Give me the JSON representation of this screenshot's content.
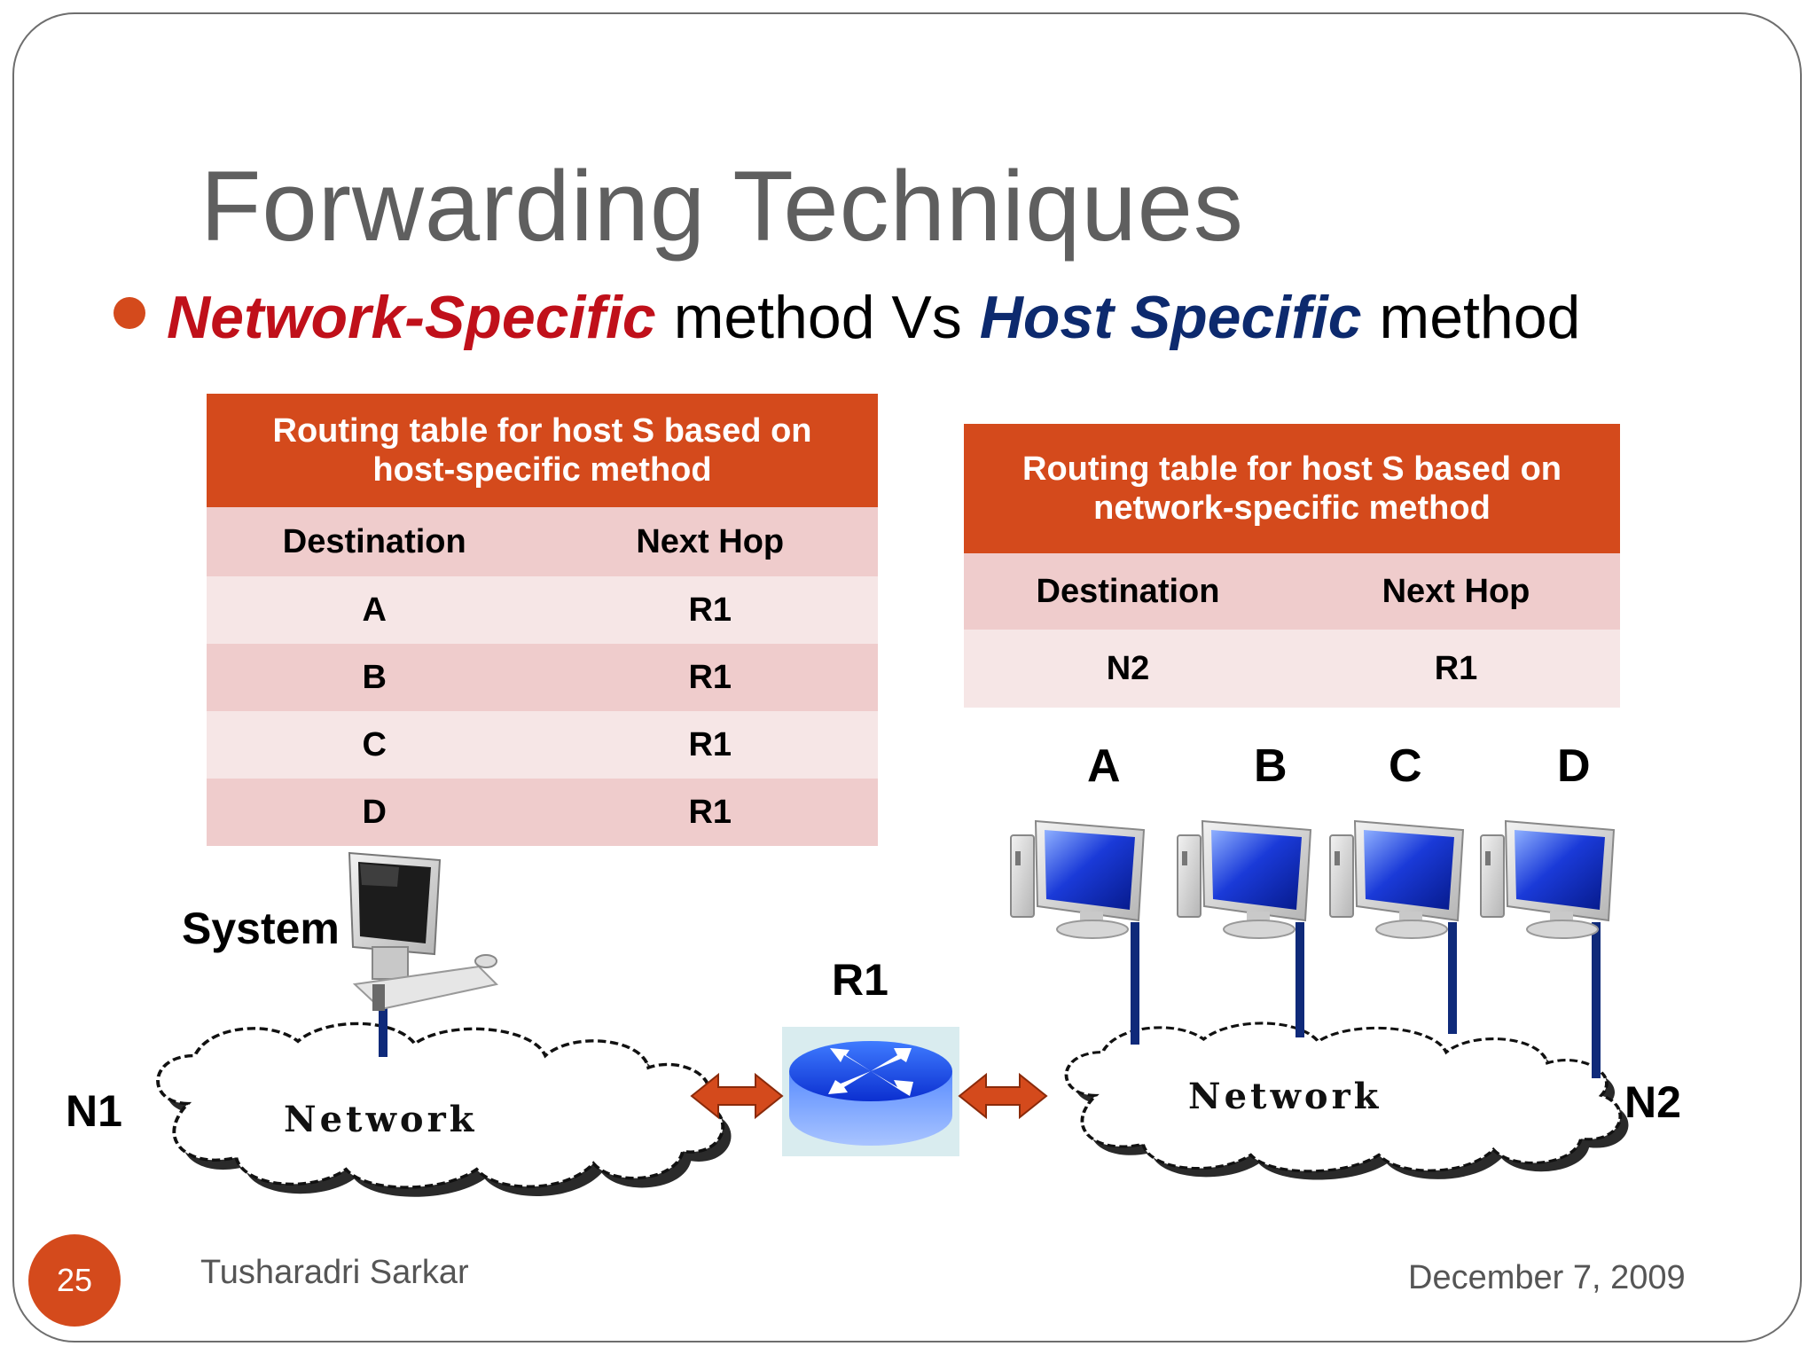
{
  "slide": {
    "title": "Forwarding Techniques",
    "bullet": {
      "part1": "Network-Specific",
      "part2": "method Vs",
      "part3": "Host Specific",
      "part4": "method"
    },
    "page_number": "25",
    "author": "Tusharadri Sarkar",
    "date": "December 7, 2009",
    "accent_color": "#d44a1c"
  },
  "host_table": {
    "title": "Routing table for host S based on host-specific method",
    "col_destination": "Destination",
    "col_next_hop": "Next Hop",
    "rows": [
      {
        "destination": "A",
        "next_hop": "R1"
      },
      {
        "destination": "B",
        "next_hop": "R1"
      },
      {
        "destination": "C",
        "next_hop": "R1"
      },
      {
        "destination": "D",
        "next_hop": "R1"
      }
    ]
  },
  "network_table": {
    "title": "Routing table for host S based on network-specific method",
    "col_destination": "Destination",
    "col_next_hop": "Next Hop",
    "rows": [
      {
        "destination": "N2",
        "next_hop": "R1"
      }
    ]
  },
  "diagram": {
    "system_label": "System",
    "router_label": "R1",
    "network_left_id": "N1",
    "network_right_id": "N2",
    "cloud_text": "Network",
    "hosts": [
      "A",
      "B",
      "C",
      "D"
    ],
    "icons": [
      "desktop-computer-icon",
      "monitor-icon",
      "router-icon",
      "cloud-icon",
      "double-arrow-icon"
    ]
  }
}
